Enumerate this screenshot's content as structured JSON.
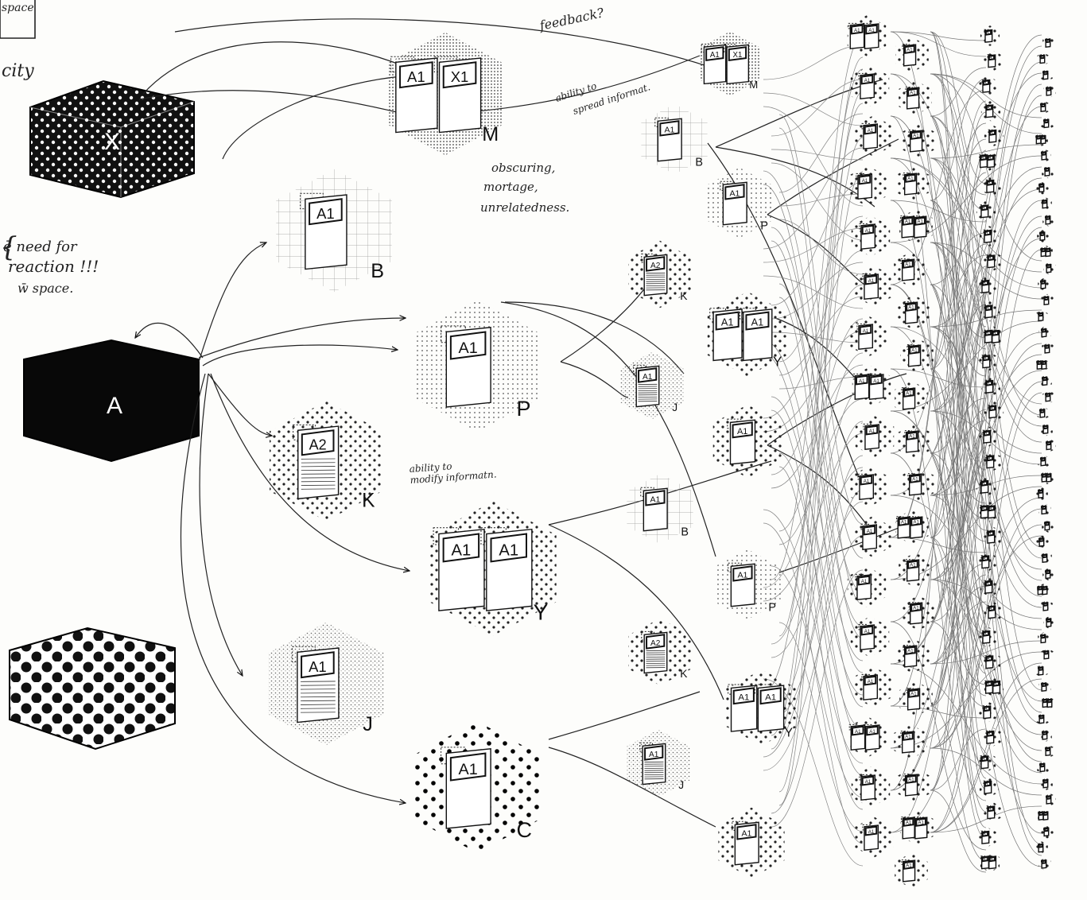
{
  "top_left_fragment": {
    "box_text": "space",
    "under_text": "city"
  },
  "blocks": {
    "X": {
      "label": "X"
    },
    "A": {
      "label": "A"
    }
  },
  "notes": {
    "feedback": "feedback?",
    "spread": [
      "ability to",
      "spread informat."
    ],
    "obscuring": [
      "obscuring,",
      "mortage,",
      "unrelatedness."
    ],
    "reaction": [
      "ē need for",
      "reaction !!!",
      "w̄ space."
    ],
    "modify": [
      "ability to",
      "modify informatn."
    ]
  },
  "major_nodes": [
    {
      "id": "M",
      "cards": [
        "A1",
        "X1"
      ]
    },
    {
      "id": "B",
      "cards": [
        "A1"
      ]
    },
    {
      "id": "P",
      "cards": [
        "A1"
      ]
    },
    {
      "id": "K",
      "cards": [
        "A2"
      ]
    },
    {
      "id": "Y",
      "cards": [
        "A1",
        "A1"
      ]
    },
    {
      "id": "J",
      "cards": [
        "A1"
      ]
    },
    {
      "id": "C",
      "cards": [
        "A1"
      ]
    }
  ],
  "mid_nodes": [
    {
      "id": "M",
      "cards": [
        "A1",
        "X1"
      ]
    },
    {
      "id": "B",
      "cards": [
        "A1"
      ]
    },
    {
      "id": "P",
      "cards": [
        "A1"
      ]
    },
    {
      "id": "K",
      "cards": [
        "A2"
      ]
    },
    {
      "id": "Y",
      "cards": [
        "A1",
        "A1"
      ]
    },
    {
      "id": "J",
      "cards": [
        "A1"
      ]
    },
    {
      "id": "",
      "cards": [
        "A1"
      ]
    },
    {
      "id": "B",
      "cards": [
        "A1"
      ]
    },
    {
      "id": "P",
      "cards": [
        "A1"
      ]
    },
    {
      "id": "K",
      "cards": [
        "A2"
      ]
    },
    {
      "id": "Y",
      "cards": [
        "A1",
        "A1"
      ]
    },
    {
      "id": "J",
      "cards": [
        "A1"
      ]
    },
    {
      "id": "",
      "cards": [
        "A1"
      ]
    }
  ],
  "small_card_text": "A1"
}
